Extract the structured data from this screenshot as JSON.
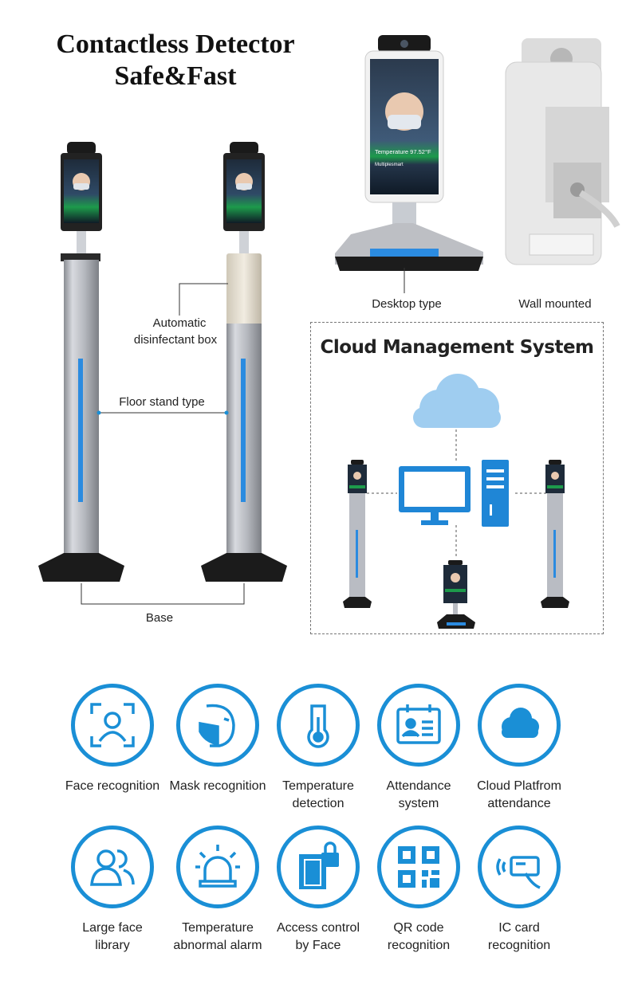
{
  "headline": {
    "line1": "Contactless Detector",
    "line2": "Safe&Fast"
  },
  "device_screen": {
    "reading": "Temperature   97.52°F",
    "brand": "Multiplesmart"
  },
  "labels": {
    "desktop": "Desktop type",
    "wall": "Wall mounted",
    "disinfectant_line1": "Automatic",
    "disinfectant_line2": "disinfectant box",
    "floor_stand": "Floor stand type",
    "base": "Base"
  },
  "cloud": {
    "title": "Cloud Management System"
  },
  "features": [
    {
      "icon": "face-recognition-icon",
      "label": "Face recognition"
    },
    {
      "icon": "mask-icon",
      "label": "Mask recognition"
    },
    {
      "icon": "thermometer-icon",
      "label": "Temperature\ndetection"
    },
    {
      "icon": "attendance-icon",
      "label": "Attendance\nsystem"
    },
    {
      "icon": "cloud-icon",
      "label": "Cloud Platfrom\nattendance"
    },
    {
      "icon": "face-library-icon",
      "label": "Large face\nlibrary"
    },
    {
      "icon": "alarm-icon",
      "label": "Temperature\nabnormal alarm"
    },
    {
      "icon": "door-lock-icon",
      "label": "Access control\nby Face"
    },
    {
      "icon": "qr-code-icon",
      "label": "QR code\nrecognition"
    },
    {
      "icon": "ic-card-icon",
      "label": "IC card\nrecognition"
    }
  ],
  "colors": {
    "accent": "#1a8fd6",
    "cloud": "#9fcdf0",
    "pole": "#b9bcc3",
    "light_strip": "#2b8be0"
  }
}
